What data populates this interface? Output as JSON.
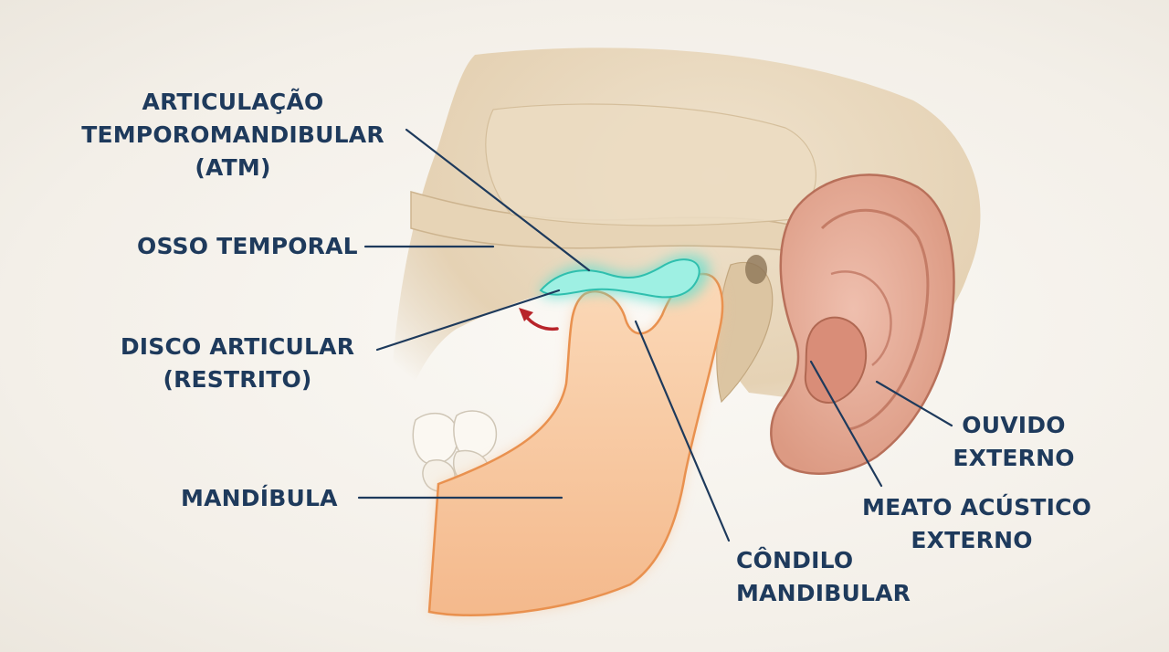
{
  "labels": {
    "atm": [
      "ARTICULAÇÃO",
      "TEMPOROMANDIBULAR",
      "(ATM)"
    ],
    "temporal": [
      "OSSO TEMPORAL"
    ],
    "disco": [
      "DISCO ARTICULAR",
      "(RESTRITO)"
    ],
    "mandibula": [
      "MANDÍBULA"
    ],
    "condilo": [
      "CÔNDILO",
      "MANDIBULAR"
    ],
    "ouvido": [
      "OUVIDO",
      "EXTERNO"
    ],
    "meato": [
      "MEATO ACÚSTICO",
      "EXTERNO"
    ]
  },
  "colors": {
    "label_text": "#1e3a5c",
    "leader_line": "#1e3a5c",
    "bone": "#ead9bf",
    "jaw": "#f6c8a0",
    "disc_glow": "#5fe0d2",
    "ear": "#e9ad98",
    "arrow": "#b8242a"
  }
}
